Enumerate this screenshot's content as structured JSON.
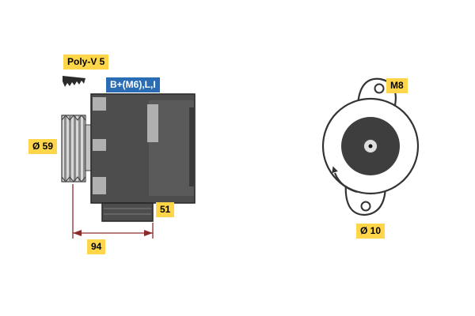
{
  "colors": {
    "label_bg": "#ffd64a",
    "terminal_bg": "#2a6db4",
    "terminal_text": "#ffffff",
    "dim_color": "#8d2b2b",
    "body_dark": "#4d4d4d",
    "body_mid": "#5a5a5a",
    "body_light": "#b0b0b0"
  },
  "side_view": {
    "belt_label": "Poly-V 5",
    "terminal_label": "B+(M6),L,I",
    "pulley_diameter_label": "Ø 59",
    "foot_dimension_label": "51",
    "length_dimension_label": "94"
  },
  "rear_view": {
    "thread_label": "M8",
    "hole_diameter_label": "Ø 10"
  },
  "icons": {
    "belt_profile": "poly-v-belt-profile-icon",
    "rotation_arrow": "counterclockwise-rotation-arrow-icon"
  }
}
